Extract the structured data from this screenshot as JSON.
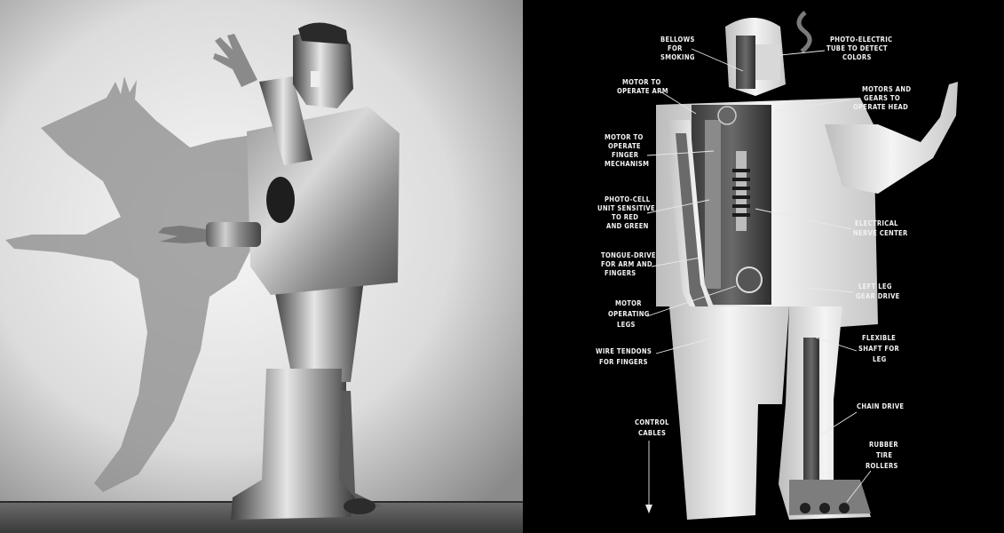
{
  "left_photo": {
    "subject": "robot-photograph"
  },
  "right_diagram": {
    "labels": {
      "bellows": [
        "BELLOWS",
        "FOR",
        "SMOKING"
      ],
      "photo_tube": [
        "PHOTO-ELECTRIC",
        "TUBE TO DETECT",
        "COLORS"
      ],
      "motor_arm": [
        "MOTOR TO",
        "OPERATE ARM"
      ],
      "motors_head": [
        "MOTORS AND",
        "GEARS TO",
        "OPERATE HEAD"
      ],
      "motor_finger": [
        "MOTOR TO",
        "OPERATE",
        "FINGER",
        "MECHANISM"
      ],
      "photo_cell": [
        "PHOTO-CELL",
        "UNIT SENSITIVE",
        "TO RED",
        "AND GREEN"
      ],
      "electrical": [
        "ELECTRICAL",
        "NERVE CENTER"
      ],
      "tongue_drive": [
        "TONGUE-DRIVE",
        "FOR ARM AND",
        "FINGERS"
      ],
      "left_leg": [
        "LEFT LEG",
        "GEAR DRIVE"
      ],
      "motor_legs": [
        "MOTOR",
        "OPERATING",
        "LEGS"
      ],
      "flexible_shaft": [
        "FLEXIBLE",
        "SHAFT FOR",
        "LEG"
      ],
      "wire_tendons": [
        "WIRE TENDONS",
        "FOR FINGERS"
      ],
      "chain_drive": [
        "CHAIN DRIVE"
      ],
      "control_cables": [
        "CONTROL",
        "CABLES"
      ],
      "rubber_rollers": [
        "RUBBER",
        "TIRE",
        "ROLLERS"
      ]
    }
  }
}
